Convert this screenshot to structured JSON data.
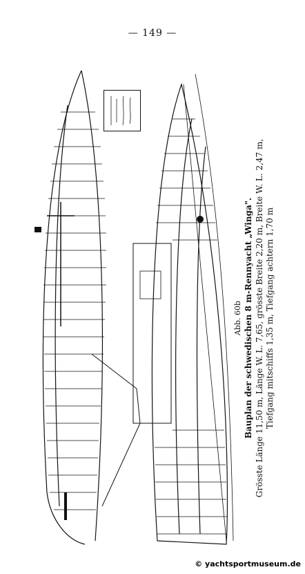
{
  "page": {
    "number": "— 149 —"
  },
  "caption": {
    "figure": "Abb. 60b",
    "title": "Bauplan der schwedischen 8 m-Rennyacht „Winga\".",
    "line1": "Grösste Länge 11,50 m, Länge W. L. 7,65, grösste Breite 2,20 m, Breite W. L. 2,47 m,",
    "line2": "Tiefgang mitschiffs 1,35 m, Tiefgang achtern 1,70 m"
  },
  "watermark": {
    "text": "© yachtsportmuseum.de"
  }
}
